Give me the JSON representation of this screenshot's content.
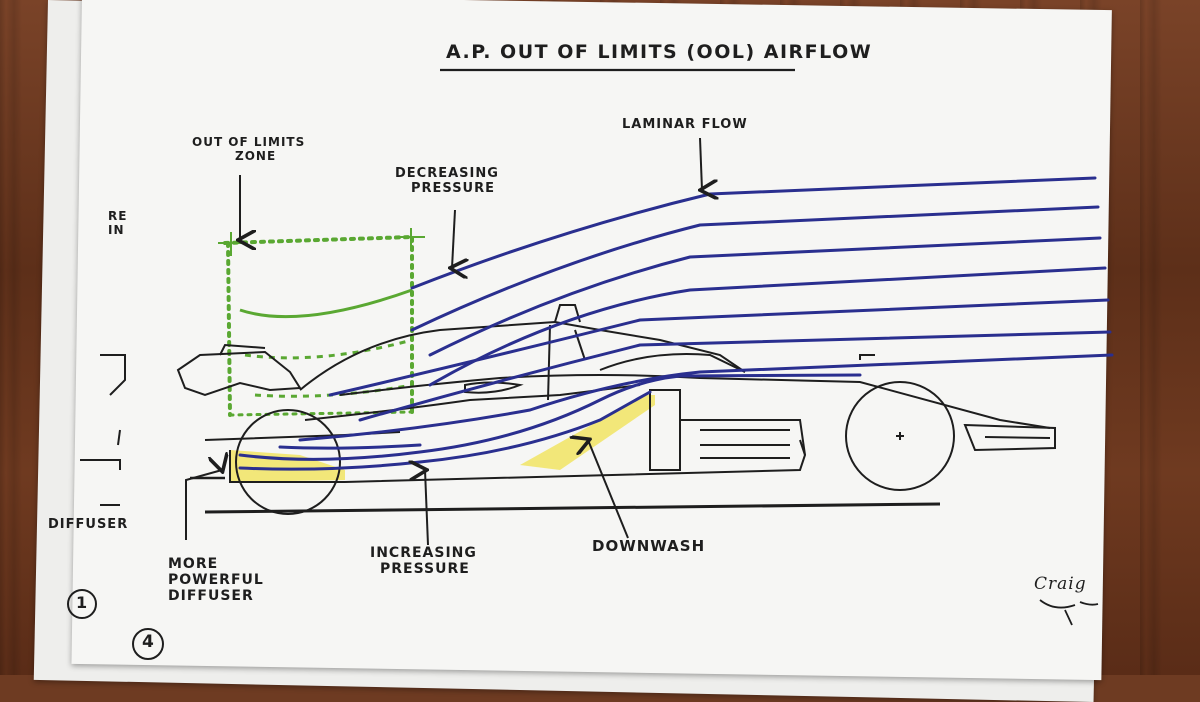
{
  "title": "A.P.  OUT OF LIMITS (OOL) AIRFLOW",
  "labels": {
    "out_of_limits_zone": [
      "OUT OF LIMITS",
      "ZONE"
    ],
    "laminar_flow": "LAMINAR FLOW",
    "decreasing_pressure": [
      "DECREASING",
      "PRESSURE"
    ],
    "increasing_pressure": [
      "INCREASING",
      "PRESSURE"
    ],
    "downwash": "DOWNWASH",
    "more_powerful_diffuser": [
      "MORE",
      "POWERFUL",
      "DIFFUSER"
    ]
  },
  "back_sheet": {
    "label_diffuser": "DIFFUSER",
    "page_number": "1",
    "partial_text": [
      "RE",
      "IN"
    ]
  },
  "front_sheet": {
    "page_number": "4"
  },
  "signature": "Craig",
  "colors": {
    "airflow": "#2a2f8f",
    "ool_zone": "#5aa832",
    "diffuser_fill": "#f2e56b",
    "ink": "#1e1e1e"
  }
}
